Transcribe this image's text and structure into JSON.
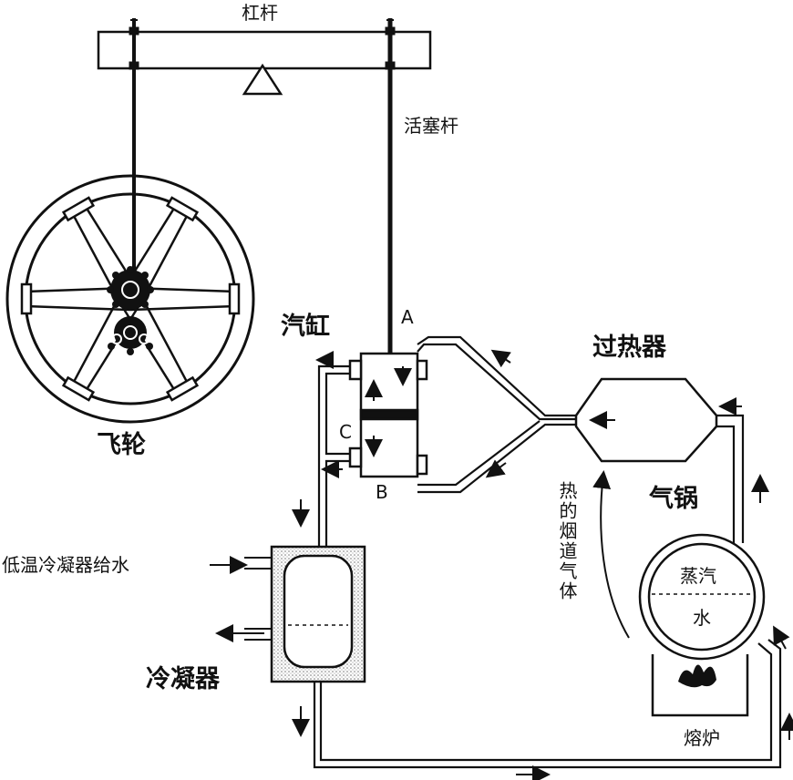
{
  "labels": {
    "lever": "杠杆",
    "piston_rod": "活塞杆",
    "cylinder": "汽缸",
    "flywheel": "飞轮",
    "superheater": "过热器",
    "boiler": "气锅",
    "condenser": "冷凝器",
    "cold_feed": "低温冷凝器给水",
    "steam": "蒸汽",
    "water": "水",
    "furnace": "熔炉",
    "flue_gas": "热的烟道气体",
    "port_a": "A",
    "port_b": "B",
    "port_c": "C"
  },
  "colors": {
    "ink": "#111111",
    "paper": "#ffffff",
    "stipple": "#9a9a9a"
  }
}
